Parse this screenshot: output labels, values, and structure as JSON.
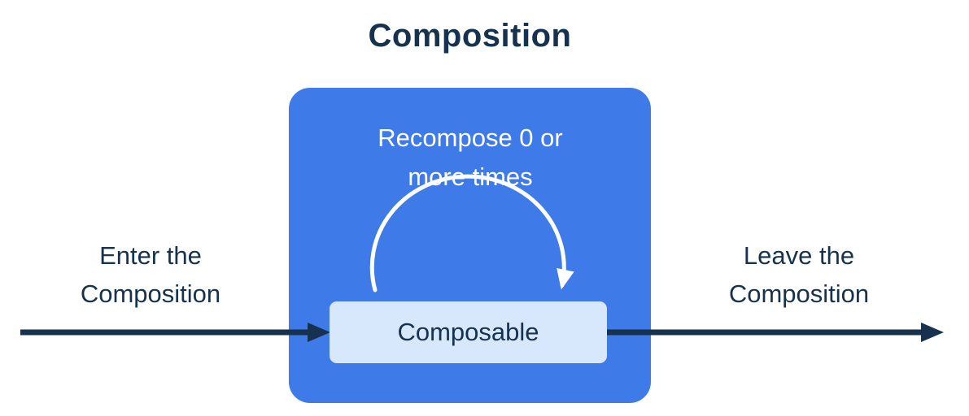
{
  "diagram": {
    "title": "Composition",
    "composition_box": {
      "recompose_label": "Recompose 0 or more times",
      "composable_label": "Composable"
    },
    "enter_label": "Enter the Composition",
    "leave_label": "Leave the Composition"
  },
  "colors": {
    "primary_blue": "#3E7AE8",
    "light_blue": "#D8E8FC",
    "dark_navy": "#16324E",
    "white": "#FFFFFF"
  }
}
